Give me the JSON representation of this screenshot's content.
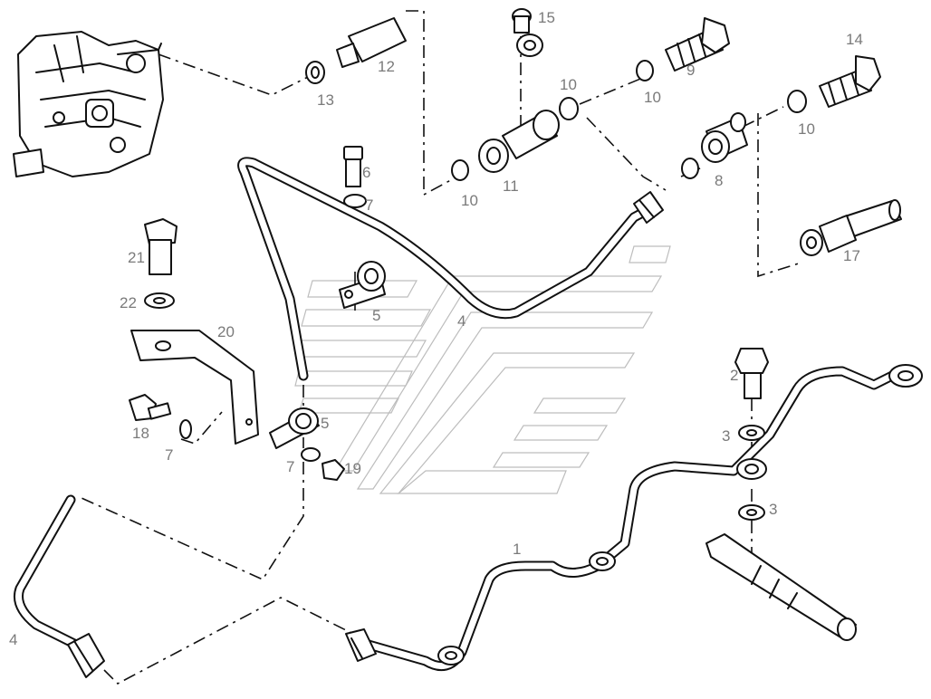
{
  "diagram": {
    "callouts": [
      {
        "id": "c1",
        "text": "1"
      },
      {
        "id": "c2",
        "text": "2"
      },
      {
        "id": "c3a",
        "text": "3"
      },
      {
        "id": "c3b",
        "text": "3"
      },
      {
        "id": "c4a",
        "text": "4"
      },
      {
        "id": "c4b",
        "text": "4"
      },
      {
        "id": "c5a",
        "text": "5"
      },
      {
        "id": "c5b",
        "text": "5"
      },
      {
        "id": "c6",
        "text": "6"
      },
      {
        "id": "c7a",
        "text": "7"
      },
      {
        "id": "c7b",
        "text": "7"
      },
      {
        "id": "c7c",
        "text": "7"
      },
      {
        "id": "c8",
        "text": "8"
      },
      {
        "id": "c9",
        "text": "9"
      },
      {
        "id": "c10a",
        "text": "10"
      },
      {
        "id": "c10b",
        "text": "10"
      },
      {
        "id": "c10c",
        "text": "10"
      },
      {
        "id": "c10d",
        "text": "10"
      },
      {
        "id": "c11",
        "text": "11"
      },
      {
        "id": "c12",
        "text": "12"
      },
      {
        "id": "c13",
        "text": "13"
      },
      {
        "id": "c14",
        "text": "14"
      },
      {
        "id": "c15",
        "text": "15"
      },
      {
        "id": "c17",
        "text": "17"
      },
      {
        "id": "c18",
        "text": "18"
      },
      {
        "id": "c19",
        "text": "19"
      },
      {
        "id": "c20",
        "text": "20"
      },
      {
        "id": "c21",
        "text": "21"
      },
      {
        "id": "c22",
        "text": "22"
      }
    ]
  }
}
